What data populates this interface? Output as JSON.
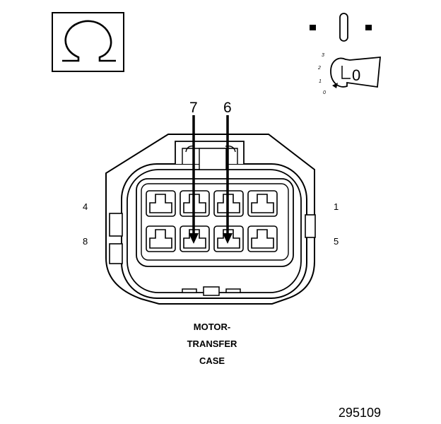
{
  "diagram": {
    "meter_icon": "ohm-symbol-icon",
    "ignition": {
      "icon": "ignition-key-icon",
      "positions": [
        "3",
        "2",
        "1",
        "0"
      ],
      "key_label": "0"
    },
    "pin_labels": {
      "top_left": "4",
      "bottom_left": "8",
      "top_right": "1",
      "bottom_right": "5"
    },
    "probe_labels": {
      "left": "7",
      "right": "6"
    },
    "caption": [
      "MOTOR-",
      "TRANSFER",
      "CASE"
    ],
    "figure_number": "295109"
  }
}
